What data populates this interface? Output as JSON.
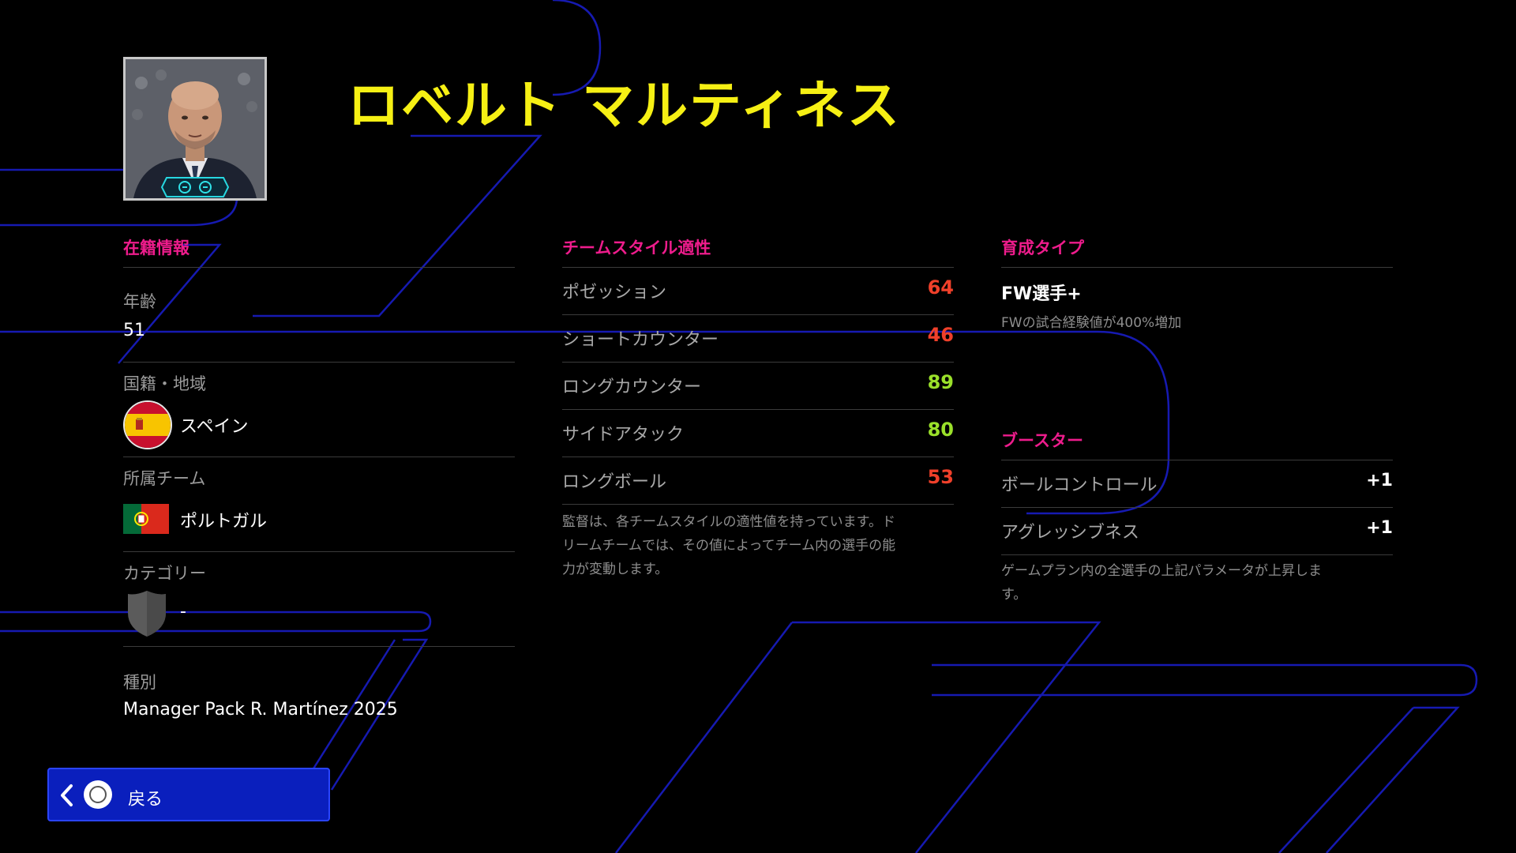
{
  "manager": {
    "name": "ロベルト マルティネス"
  },
  "registration": {
    "title": "在籍情報",
    "age_label": "年齢",
    "age_value": "51",
    "nationality_label": "国籍・地域",
    "nationality_value": "スペイン",
    "team_label": "所属チーム",
    "team_value": "ポルトガル",
    "category_label": "カテゴリー",
    "category_value": "-",
    "type_label": "種別",
    "type_value": "Manager Pack R. Martínez 2025"
  },
  "team_style": {
    "title": "チームスタイル適性",
    "rows": [
      {
        "label": "ポゼッション",
        "value": "64",
        "color": "#f0402a"
      },
      {
        "label": "ショートカウンター",
        "value": "46",
        "color": "#f0402a"
      },
      {
        "label": "ロングカウンター",
        "value": "89",
        "color": "#9ae02a"
      },
      {
        "label": "サイドアタック",
        "value": "80",
        "color": "#9ae02a"
      },
      {
        "label": "ロングボール",
        "value": "53",
        "color": "#f0402a"
      }
    ],
    "note_lines": [
      "監督は、各チームスタイルの適性値を持っています。ド",
      "リームチームでは、その値によってチーム内の選手の能",
      "力が変動します。"
    ]
  },
  "development": {
    "title": "育成タイプ",
    "type": "FW選手+",
    "description": "FWの試合経験値が400%増加"
  },
  "booster": {
    "title": "ブースター",
    "rows": [
      {
        "label": "ボールコントロール",
        "value": "+1"
      },
      {
        "label": "アグレッシブネス",
        "value": "+1"
      }
    ],
    "note_lines": [
      "ゲームプラン内の全選手の上記パラメータが上昇しま",
      "す。"
    ]
  },
  "footer": {
    "back_label": "戻る"
  },
  "colors": {
    "accent_yellow": "#f6f014",
    "section_pink": "#ee1c8c",
    "button_blue": "#0a1fbd",
    "line_blue": "#1a1fd0",
    "value_red": "#f0402a",
    "value_green": "#9ae02a"
  },
  "icons": {
    "back": "chevron-left-icon",
    "confirm": "circle-button-icon",
    "category": "shield-icon"
  }
}
